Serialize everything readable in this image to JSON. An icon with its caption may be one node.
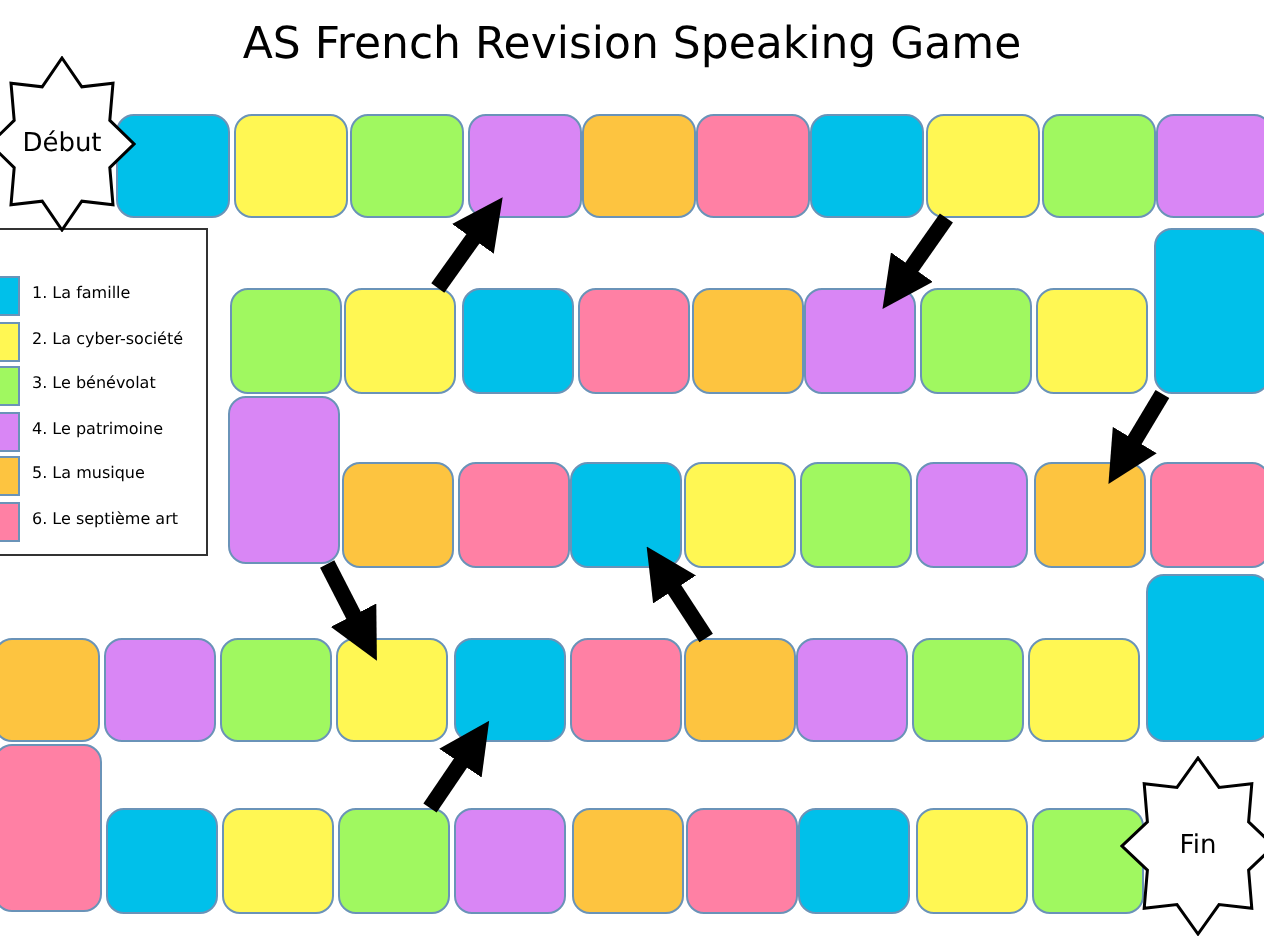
{
  "diagram": {
    "title": "AS French Revision Speaking Game",
    "nodes": [
      {
        "text": [
          "Début"
        ]
      },
      {
        "text": [],
        "shape": "box"
      },
      {
        "text": [],
        "shape": "box"
      },
      {
        "text": [],
        "shape": "box"
      },
      {
        "text": [],
        "shape": "box"
      },
      {
        "text": [],
        "shape": "box"
      },
      {
        "text": [],
        "shape": "box"
      },
      {
        "text": [],
        "shape": "box"
      },
      {
        "text": [],
        "shape": "box"
      },
      {
        "text": [],
        "shape": "box"
      },
      {
        "text": [],
        "shape": "box"
      },
      {
        "text": [],
        "shape": "box"
      },
      {
        "text": [],
        "shape": "box"
      },
      {
        "text": [],
        "shape": "box"
      },
      {
        "text": [],
        "shape": "box"
      },
      {
        "text": [],
        "shape": "box"
      },
      {
        "text": [],
        "shape": "box"
      },
      {
        "text": [],
        "shape": "box"
      },
      {
        "text": [],
        "shape": "box"
      },
      {
        "text": [],
        "shape": "box"
      },
      {
        "text": [],
        "shape": "box"
      },
      {
        "text": [],
        "shape": "box"
      },
      {
        "text": [],
        "shape": "box"
      },
      {
        "text": [],
        "shape": "box"
      },
      {
        "text": [],
        "shape": "box"
      },
      {
        "text": [],
        "shape": "box"
      },
      {
        "text": [],
        "shape": "box"
      },
      {
        "text": [],
        "shape": "box"
      },
      {
        "text": [],
        "shape": "box"
      },
      {
        "text": [],
        "shape": "box"
      },
      {
        "text": [],
        "shape": "box"
      },
      {
        "text": [],
        "shape": "box"
      },
      {
        "text": [],
        "shape": "box"
      },
      {
        "text": [],
        "shape": "box"
      },
      {
        "text": [],
        "shape": "box"
      },
      {
        "text": [],
        "shape": "box"
      },
      {
        "text": [],
        "shape": "box"
      },
      {
        "text": [],
        "shape": "box"
      },
      {
        "text": [],
        "shape": "box"
      },
      {
        "text": [],
        "shape": "box"
      },
      {
        "text": [],
        "shape": "box"
      },
      {
        "text": [],
        "shape": "box"
      },
      {
        "text": [],
        "shape": "box"
      },
      {
        "text": [],
        "shape": "box"
      },
      {
        "text": [],
        "shape": "box"
      },
      {
        "text": [],
        "shape": "box"
      },
      {
        "text": [],
        "shape": "box"
      },
      {
        "text": [],
        "shape": "box"
      },
      {
        "text": [],
        "shape": "box"
      },
      {
        "text": [],
        "shape": "box"
      },
      {
        "text": [
          "Fin"
        ]
      }
    ],
    "edges": [
      {
        "from": 13,
        "to": 4,
        "arrow": "to"
      },
      {
        "from": 8,
        "to": 17,
        "arrow": "to"
      },
      {
        "from": 11,
        "to": 27,
        "arrow": "to"
      },
      {
        "from": 20,
        "to": 33,
        "arrow": "to"
      },
      {
        "from": 36,
        "to": 23,
        "arrow": "to"
      },
      {
        "from": 43,
        "to": 34,
        "arrow": "to"
      }
    ],
    "legend": [
      {
        "text": "1. La famille",
        "color": "#00c0ea"
      },
      {
        "text": "2. La cyber-société",
        "color": "#fff753"
      },
      {
        "text": "3. Le bénévolat",
        "color": "#a0f860"
      },
      {
        "text": "4. Le patrimoine",
        "color": "#d986f5"
      },
      {
        "text": "5. La musique",
        "color": "#fdc440"
      },
      {
        "text": "6. Le septième art",
        "color": "#ff80a4"
      }
    ]
  }
}
